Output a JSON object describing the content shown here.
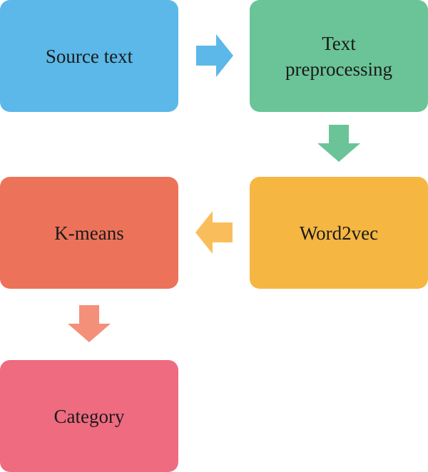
{
  "nodes": {
    "source": {
      "label": "Source text",
      "color": "#5bb8e8"
    },
    "preprocessing": {
      "label_line1": "Text",
      "label_line2": "preprocessing",
      "color": "#6ac497"
    },
    "word2vec": {
      "label": "Word2vec",
      "color": "#f5b642"
    },
    "kmeans": {
      "label": "K-means",
      "color": "#ec735a"
    },
    "category": {
      "label": "Category",
      "color": "#ef6b80"
    }
  },
  "arrows": {
    "source_to_preprocessing": {
      "direction": "right",
      "color": "#5bb8e8"
    },
    "preprocessing_to_word2vec": {
      "direction": "down",
      "color": "#6ac497"
    },
    "word2vec_to_kmeans": {
      "direction": "left",
      "color": "#f9be5b"
    },
    "kmeans_to_category": {
      "direction": "down",
      "color": "#f4907a"
    }
  }
}
